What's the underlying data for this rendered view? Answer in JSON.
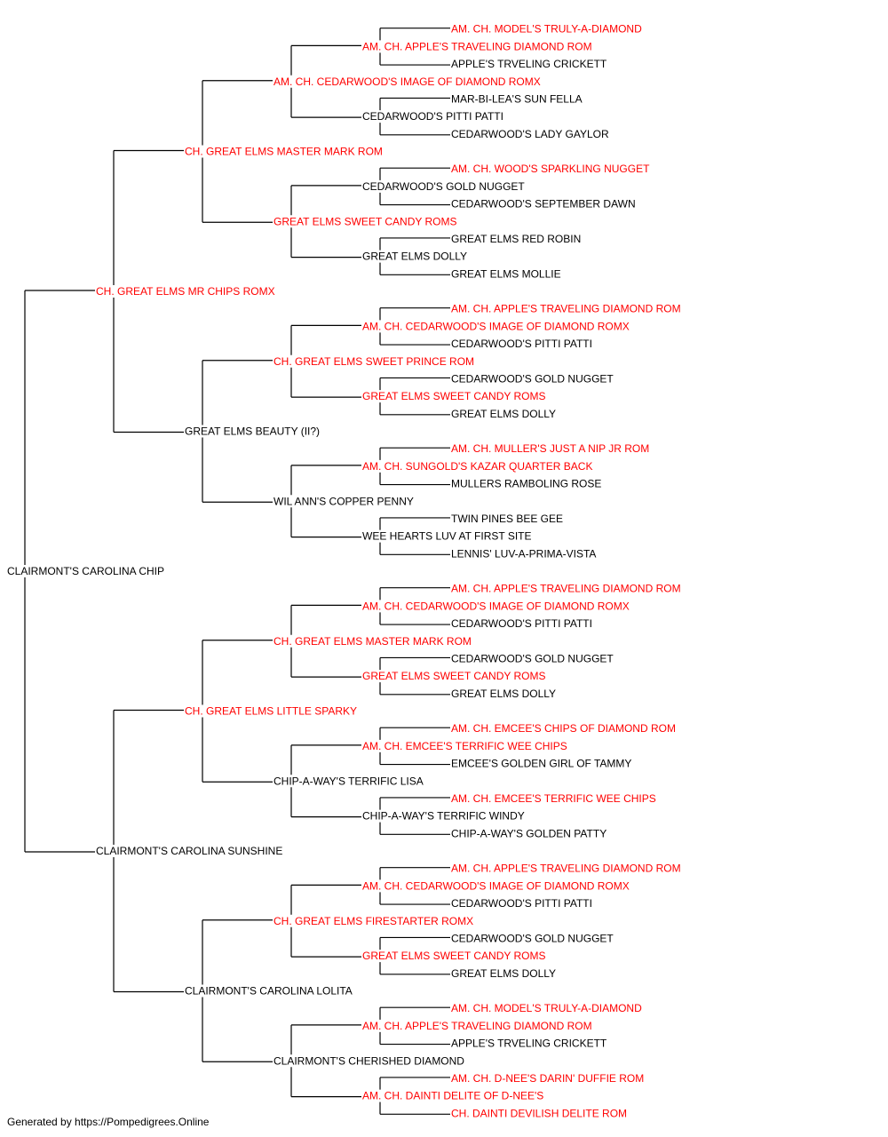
{
  "colors": {
    "champion": "#ff0000",
    "normal": "#000000",
    "line": "#000000"
  },
  "footer": "Generated by https://Pompedigrees.Online",
  "pedigree": {
    "name": "CLAIRMONT'S CAROLINA CHIP",
    "ch": false,
    "sire": {
      "name": "CH. GREAT ELMS MR CHIPS ROMX",
      "ch": true,
      "sire": {
        "name": "CH. GREAT ELMS MASTER MARK ROM",
        "ch": true,
        "sire": {
          "name": "AM. CH. CEDARWOOD'S IMAGE OF DIAMOND ROMX",
          "ch": true,
          "sire": {
            "name": "AM. CH. APPLE'S TRAVELING DIAMOND ROM",
            "ch": true,
            "sire": {
              "name": "AM. CH. MODEL'S TRULY-A-DIAMOND",
              "ch": true
            },
            "dam": {
              "name": "APPLE'S TRVELING CRICKETT",
              "ch": false
            }
          },
          "dam": {
            "name": "CEDARWOOD'S PITTI PATTI",
            "ch": false,
            "sire": {
              "name": "MAR-BI-LEA'S SUN FELLA",
              "ch": false
            },
            "dam": {
              "name": "CEDARWOOD'S LADY GAYLOR",
              "ch": false
            }
          }
        },
        "dam": {
          "name": "GREAT ELMS SWEET CANDY ROMS",
          "ch": true,
          "sire": {
            "name": "CEDARWOOD'S GOLD NUGGET",
            "ch": false,
            "sire": {
              "name": "AM. CH. WOOD'S SPARKLING NUGGET",
              "ch": true
            },
            "dam": {
              "name": "CEDARWOOD'S SEPTEMBER DAWN",
              "ch": false
            }
          },
          "dam": {
            "name": "GREAT ELMS DOLLY",
            "ch": false,
            "sire": {
              "name": "GREAT ELMS RED ROBIN",
              "ch": false
            },
            "dam": {
              "name": "GREAT ELMS MOLLIE",
              "ch": false
            }
          }
        }
      },
      "dam": {
        "name": "GREAT ELMS BEAUTY (II?)",
        "ch": false,
        "sire": {
          "name": "CH. GREAT ELMS SWEET PRINCE ROM",
          "ch": true,
          "sire": {
            "name": "AM. CH. CEDARWOOD'S IMAGE OF DIAMOND ROMX",
            "ch": true,
            "sire": {
              "name": "AM. CH. APPLE'S TRAVELING DIAMOND ROM",
              "ch": true
            },
            "dam": {
              "name": "CEDARWOOD'S PITTI PATTI",
              "ch": false
            }
          },
          "dam": {
            "name": "GREAT ELMS SWEET CANDY ROMS",
            "ch": true,
            "sire": {
              "name": "CEDARWOOD'S GOLD NUGGET",
              "ch": false
            },
            "dam": {
              "name": "GREAT ELMS DOLLY",
              "ch": false
            }
          }
        },
        "dam": {
          "name": "WIL ANN'S COPPER PENNY",
          "ch": false,
          "sire": {
            "name": "AM. CH. SUNGOLD'S KAZAR QUARTER BACK",
            "ch": true,
            "sire": {
              "name": "AM. CH. MULLER'S JUST A NIP JR ROM",
              "ch": true
            },
            "dam": {
              "name": "MULLERS RAMBOLING ROSE",
              "ch": false
            }
          },
          "dam": {
            "name": "WEE HEARTS LUV AT FIRST SITE",
            "ch": false,
            "sire": {
              "name": "TWIN PINES BEE GEE",
              "ch": false
            },
            "dam": {
              "name": "LENNIS' LUV-A-PRIMA-VISTA",
              "ch": false
            }
          }
        }
      }
    },
    "dam": {
      "name": "CLAIRMONT'S CAROLINA SUNSHINE",
      "ch": false,
      "sire": {
        "name": "CH. GREAT ELMS LITTLE SPARKY",
        "ch": true,
        "sire": {
          "name": "CH. GREAT ELMS MASTER MARK ROM",
          "ch": true,
          "sire": {
            "name": "AM. CH. CEDARWOOD'S IMAGE OF DIAMOND ROMX",
            "ch": true,
            "sire": {
              "name": "AM. CH. APPLE'S TRAVELING DIAMOND ROM",
              "ch": true
            },
            "dam": {
              "name": "CEDARWOOD'S PITTI PATTI",
              "ch": false
            }
          },
          "dam": {
            "name": "GREAT ELMS SWEET CANDY ROMS",
            "ch": true,
            "sire": {
              "name": "CEDARWOOD'S GOLD NUGGET",
              "ch": false
            },
            "dam": {
              "name": "GREAT ELMS DOLLY",
              "ch": false
            }
          }
        },
        "dam": {
          "name": "CHIP-A-WAY'S TERRIFIC LISA",
          "ch": false,
          "sire": {
            "name": "AM. CH. EMCEE'S TERRIFIC WEE CHIPS",
            "ch": true,
            "sire": {
              "name": "AM. CH. EMCEE'S CHIPS OF DIAMOND ROM",
              "ch": true
            },
            "dam": {
              "name": "EMCEE'S GOLDEN GIRL OF TAMMY",
              "ch": false
            }
          },
          "dam": {
            "name": "CHIP-A-WAY'S TERRIFIC WINDY",
            "ch": false,
            "sire": {
              "name": "AM. CH. EMCEE'S TERRIFIC WEE CHIPS",
              "ch": true
            },
            "dam": {
              "name": "CHIP-A-WAY'S GOLDEN PATTY",
              "ch": false
            }
          }
        }
      },
      "dam": {
        "name": "CLAIRMONT'S CAROLINA LOLITA",
        "ch": false,
        "sire": {
          "name": "CH. GREAT ELMS FIRESTARTER ROMX",
          "ch": true,
          "sire": {
            "name": "AM. CH. CEDARWOOD'S IMAGE OF DIAMOND ROMX",
            "ch": true,
            "sire": {
              "name": "AM. CH. APPLE'S TRAVELING DIAMOND ROM",
              "ch": true
            },
            "dam": {
              "name": "CEDARWOOD'S PITTI PATTI",
              "ch": false
            }
          },
          "dam": {
            "name": "GREAT ELMS SWEET CANDY ROMS",
            "ch": true,
            "sire": {
              "name": "CEDARWOOD'S GOLD NUGGET",
              "ch": false
            },
            "dam": {
              "name": "GREAT ELMS DOLLY",
              "ch": false
            }
          }
        },
        "dam": {
          "name": "CLAIRMONT'S CHERISHED DIAMOND",
          "ch": false,
          "sire": {
            "name": "AM. CH. APPLE'S TRAVELING DIAMOND ROM",
            "ch": true,
            "sire": {
              "name": "AM. CH. MODEL'S TRULY-A-DIAMOND",
              "ch": true
            },
            "dam": {
              "name": "APPLE'S TRVELING CRICKETT",
              "ch": false
            }
          },
          "dam": {
            "name": "AM. CH. DAINTI DELITE OF D-NEE'S",
            "ch": true,
            "sire": {
              "name": "AM. CH. D-NEE'S DARIN' DUFFIE ROM",
              "ch": true
            },
            "dam": {
              "name": "CH. DAINTI DEVILISH DELITE ROM",
              "ch": true
            }
          }
        }
      }
    }
  }
}
